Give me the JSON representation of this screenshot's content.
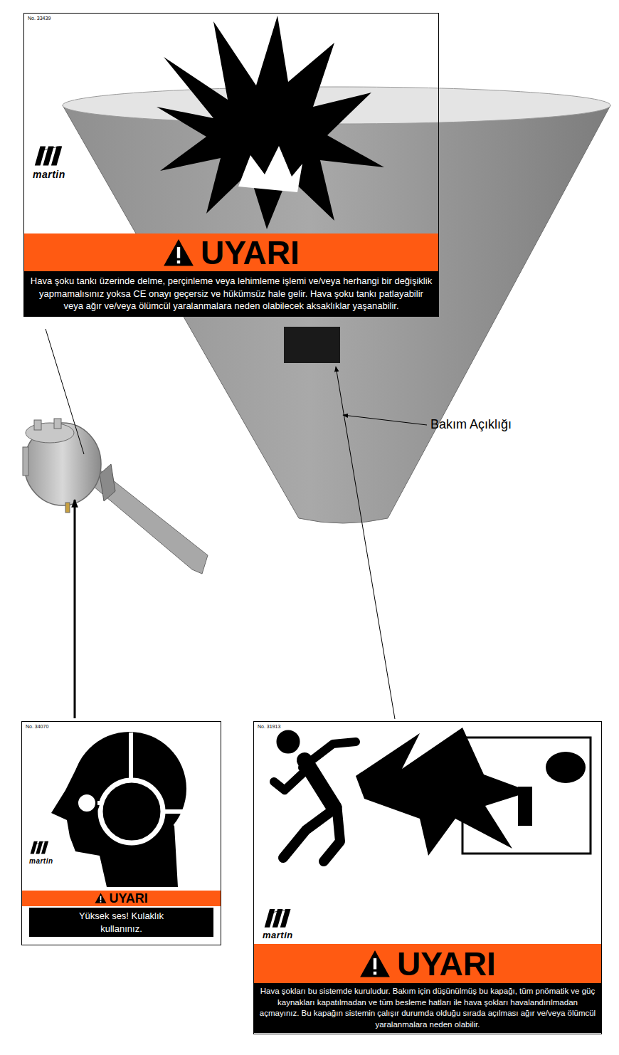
{
  "diagram": {
    "nodes": [
      {
        "text": [
          "No. 33439",
          "martin",
          "UYARI",
          "Hava şoku tankı üzerinde delme, perçinleme veya lehimleme işlemi ve/veya herhangi bir değişiklik yapmamalısınız yoksa CE onayı geçersiz ve hükümsüz hale gelir. Hava şoku tankı patlayabilir veya ağır ve/veya ölümcül yaralanmalara neden olabilecek aksaklıklar yaşanabilir."
        ]
      },
      {
        "text": [
          "No. 34070",
          "martin",
          "UYARI",
          "Yüksek ses! Kulaklık kullanınız."
        ]
      },
      {
        "text": [
          "No. 31913",
          "martin",
          "UYARI",
          "Hava şokları bu sistemde kuruludur. Bakım için düşünülmüş bu kapağı, tüm pnömatik ve güç kaynakları kapatılmadan ve tüm besleme hatları ile hava şokları havalandırılmadan açmayınız. Bu kapağın sistemin çalışır durumda olduğu sırada açılması ağır ve/veya ölümcül yaralanmalara neden olabilir."
        ]
      }
    ],
    "labels": [
      "Bakım Açıklığı"
    ]
  }
}
